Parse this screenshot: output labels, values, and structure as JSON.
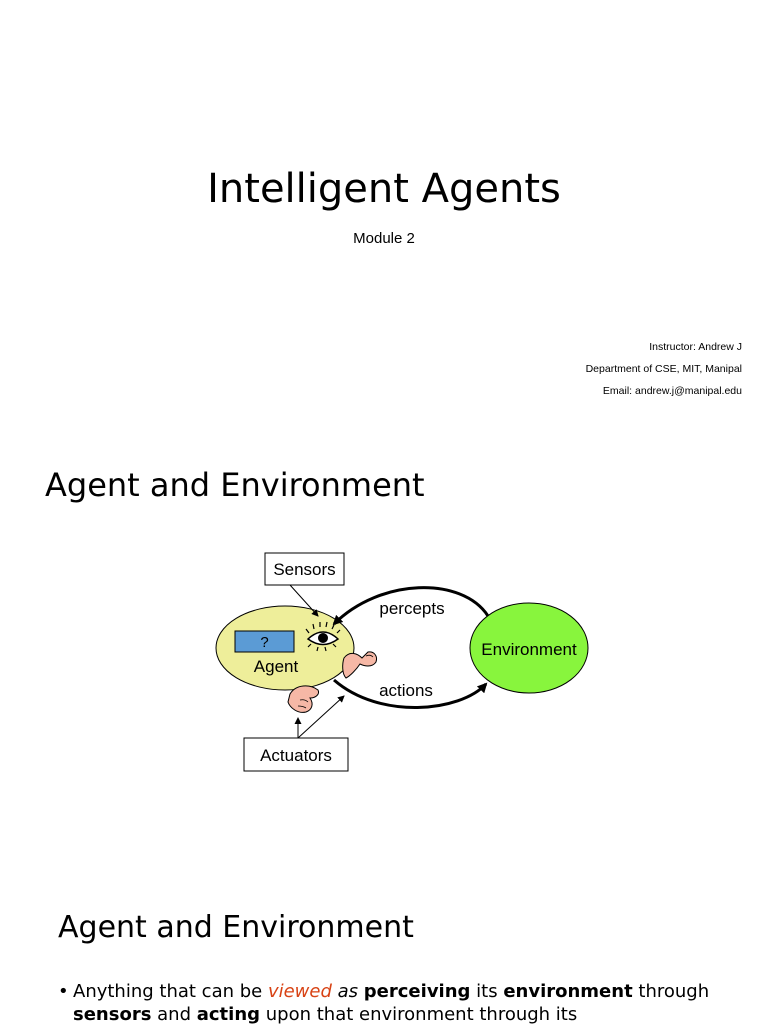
{
  "slide1": {
    "title": "Intelligent Agents",
    "subtitle": "Module 2",
    "instructor": "Instructor: Andrew J",
    "department": "Department of CSE, MIT, Manipal",
    "email": "Email:  andrew.j@manipal.edu"
  },
  "slide2": {
    "heading": "Agent and Environment",
    "diagram": {
      "sensors": "Sensors",
      "percepts": "percepts",
      "question": "?",
      "agent": "Agent",
      "environment": "Environment",
      "actions": "actions",
      "actuators": "Actuators"
    },
    "colors": {
      "agent_fill": "#eeee9a",
      "environment_fill": "#88f53d",
      "question_box": "#5b9bd5"
    },
    "icons": [
      "eye-icon",
      "arm-icon",
      "hand-icon"
    ]
  },
  "slide3": {
    "heading": "Agent and Environment",
    "bullet": {
      "marker": "•",
      "p1": "Anything that can be ",
      "p2": "viewed",
      "p3": " ",
      "p4": "as",
      "p5": " ",
      "p6": "perceiving",
      "p7": " its ",
      "p8": "environment",
      "p9": " through ",
      "p10": "sensors",
      "p11": " and ",
      "p12": "acting",
      "p13": " upon that environment through its"
    },
    "colors": {
      "emphasis": "#d84315"
    }
  }
}
